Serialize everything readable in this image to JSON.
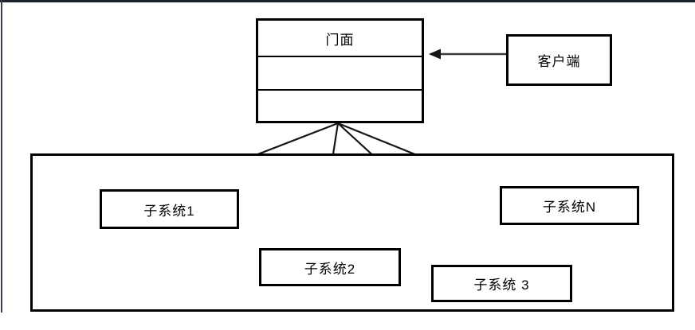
{
  "diagram": {
    "title_hint": "facade-pattern-diagram",
    "facade": {
      "label": "门面",
      "compartments": 3
    },
    "client": {
      "label": "客户端"
    },
    "subsystems": [
      {
        "id": "1",
        "label": "子系统1"
      },
      {
        "id": "2",
        "label": "子系统2"
      },
      {
        "id": "3",
        "label": "子系统 3"
      },
      {
        "id": "N",
        "label": "子系统N"
      }
    ],
    "relations": [
      {
        "from": "client",
        "to": "facade",
        "type": "arrow"
      },
      {
        "from": "facade",
        "to": "subsystem-1",
        "type": "arrow"
      },
      {
        "from": "facade",
        "to": "subsystem-2",
        "type": "arrow"
      },
      {
        "from": "facade",
        "to": "subsystem-3",
        "type": "arrow"
      },
      {
        "from": "facade",
        "to": "subsystem-N",
        "type": "arrow"
      }
    ],
    "colors": {
      "box_border": "#000000",
      "arrow_line": "#161616",
      "background": "#ffffff",
      "frame_edge": "#1c2028"
    }
  }
}
